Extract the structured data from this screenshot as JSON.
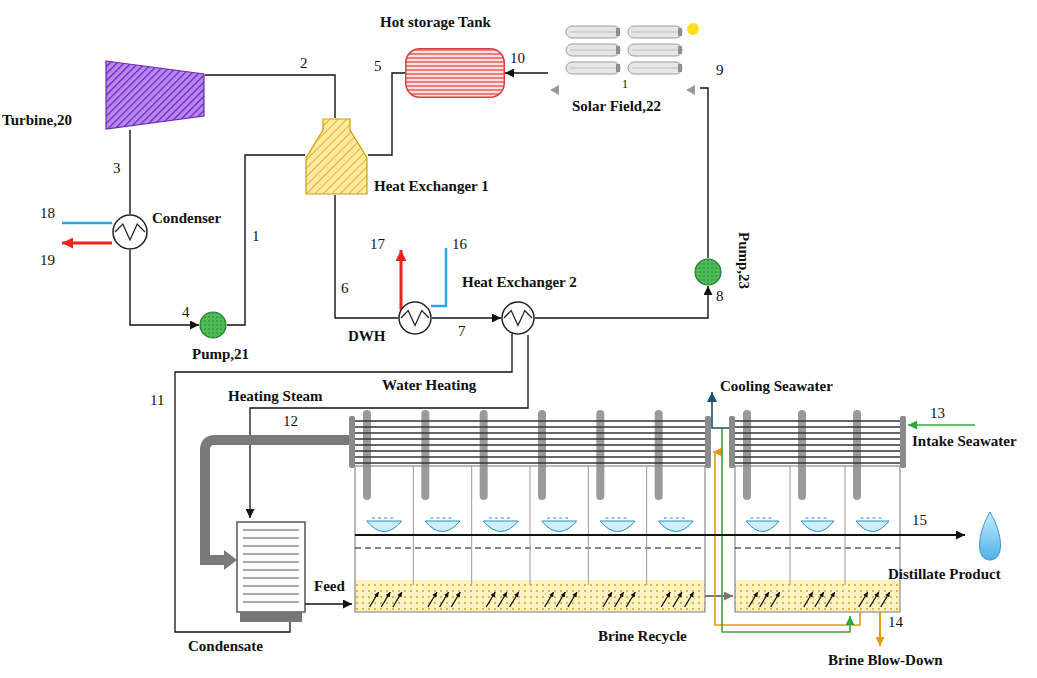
{
  "diagram": {
    "nodes": [
      {
        "text": [
          "Hot storage Tank"
        ]
      },
      {
        "text": [
          "Solar Field,22"
        ]
      },
      {
        "text": [
          "Turbine,20"
        ]
      },
      {
        "text": [
          "Heat Exchanger 1"
        ]
      },
      {
        "text": [
          "Condenser"
        ]
      },
      {
        "text": [
          "Pump,23"
        ]
      },
      {
        "text": [
          "DWH"
        ]
      },
      {
        "text": [
          "Heat Exchanger 2"
        ]
      },
      {
        "text": [
          "Pump,21"
        ]
      }
    ],
    "edges": [
      {
        "from": 2,
        "to": 4,
        "arrow": "none"
      },
      {
        "from": 4,
        "to": 8,
        "arrow": "to"
      },
      {
        "from": 8,
        "to": 3,
        "arrow": "none"
      },
      {
        "from": 3,
        "to": 2,
        "arrow": "none"
      },
      {
        "from": 1,
        "to": 0,
        "arrow": "to"
      },
      {
        "from": 0,
        "to": 3,
        "arrow": "none"
      },
      {
        "from": 3,
        "to": 6,
        "arrow": "none"
      },
      {
        "from": 6,
        "to": 7,
        "arrow": "to"
      },
      {
        "from": 7,
        "to": 5,
        "arrow": "to"
      },
      {
        "from": 5,
        "to": 1,
        "arrow": "none"
      }
    ],
    "labels": [
      "2",
      "5",
      "10",
      "1",
      "9",
      "3",
      "18",
      "19",
      "1",
      "17",
      "16",
      "4",
      "6",
      "7",
      "8",
      "11",
      "Water Heating",
      "Heating Steam",
      "12",
      "Cooling Seawater",
      "13",
      "Intake Seawater",
      "15",
      "Distillate Product",
      "Feed",
      "Brine Recycle",
      "14",
      "Condensate",
      "Brine Blow-Down"
    ]
  }
}
